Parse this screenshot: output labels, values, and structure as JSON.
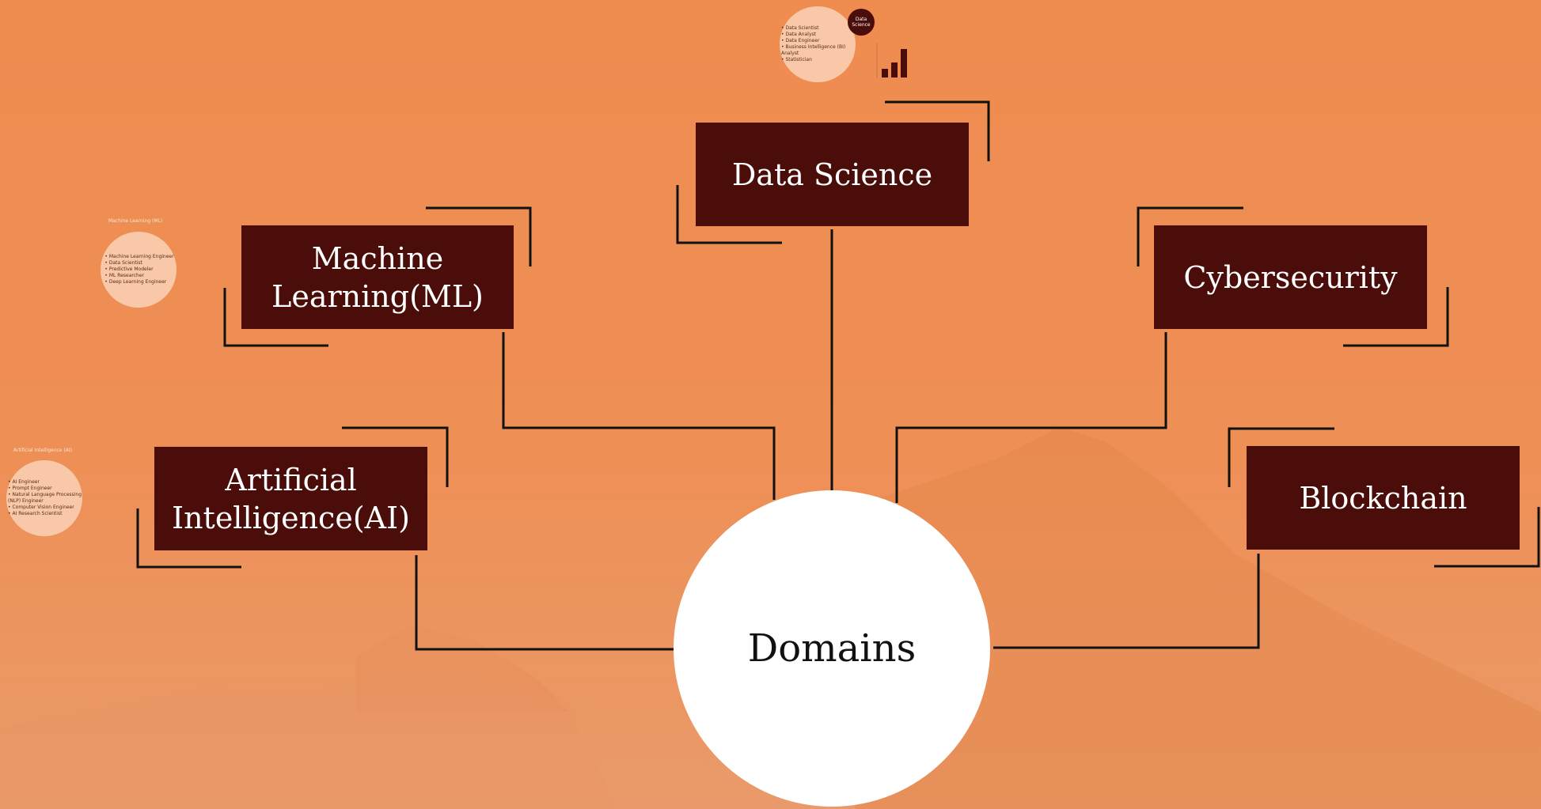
{
  "center": {
    "label": "Domains"
  },
  "domains": [
    {
      "id": "data-science",
      "label": "Data Science"
    },
    {
      "id": "machine-learning",
      "label": "Machine\nLearning(ML)"
    },
    {
      "id": "cybersecurity",
      "label": "Cybersecurity"
    },
    {
      "id": "artificial-intelligence",
      "label": "Artificial\nIntelligence(AI)"
    },
    {
      "id": "blockchain",
      "label": "Blockchain"
    }
  ],
  "details": {
    "data_science": {
      "title": "Data Science",
      "roles": [
        "Data Scientist",
        "Data Analyst",
        "Data Engineer",
        "Business Intelligence (BI) Analyst",
        "Statistician"
      ]
    },
    "machine_learning": {
      "title": "Machine Learning (ML)",
      "roles": [
        "Machine Learning Engineer",
        "Data Scientist",
        "Predictive Modeler",
        "ML Researcher",
        "Deep Learning Engineer"
      ]
    },
    "artificial_intelligence": {
      "title": "Artificial Intelligence (AI)",
      "roles": [
        "AI Engineer",
        "Prompt Engineer",
        "Natural Language Processing (NLP) Engineer",
        "Computer Vision Engineer",
        "AI Research Scientist"
      ]
    }
  },
  "colors": {
    "background": "#ef8c50",
    "box": "#4a0d0a",
    "line": "#111111",
    "hub": "#ffffff",
    "bubble": "#f8c8a8"
  }
}
